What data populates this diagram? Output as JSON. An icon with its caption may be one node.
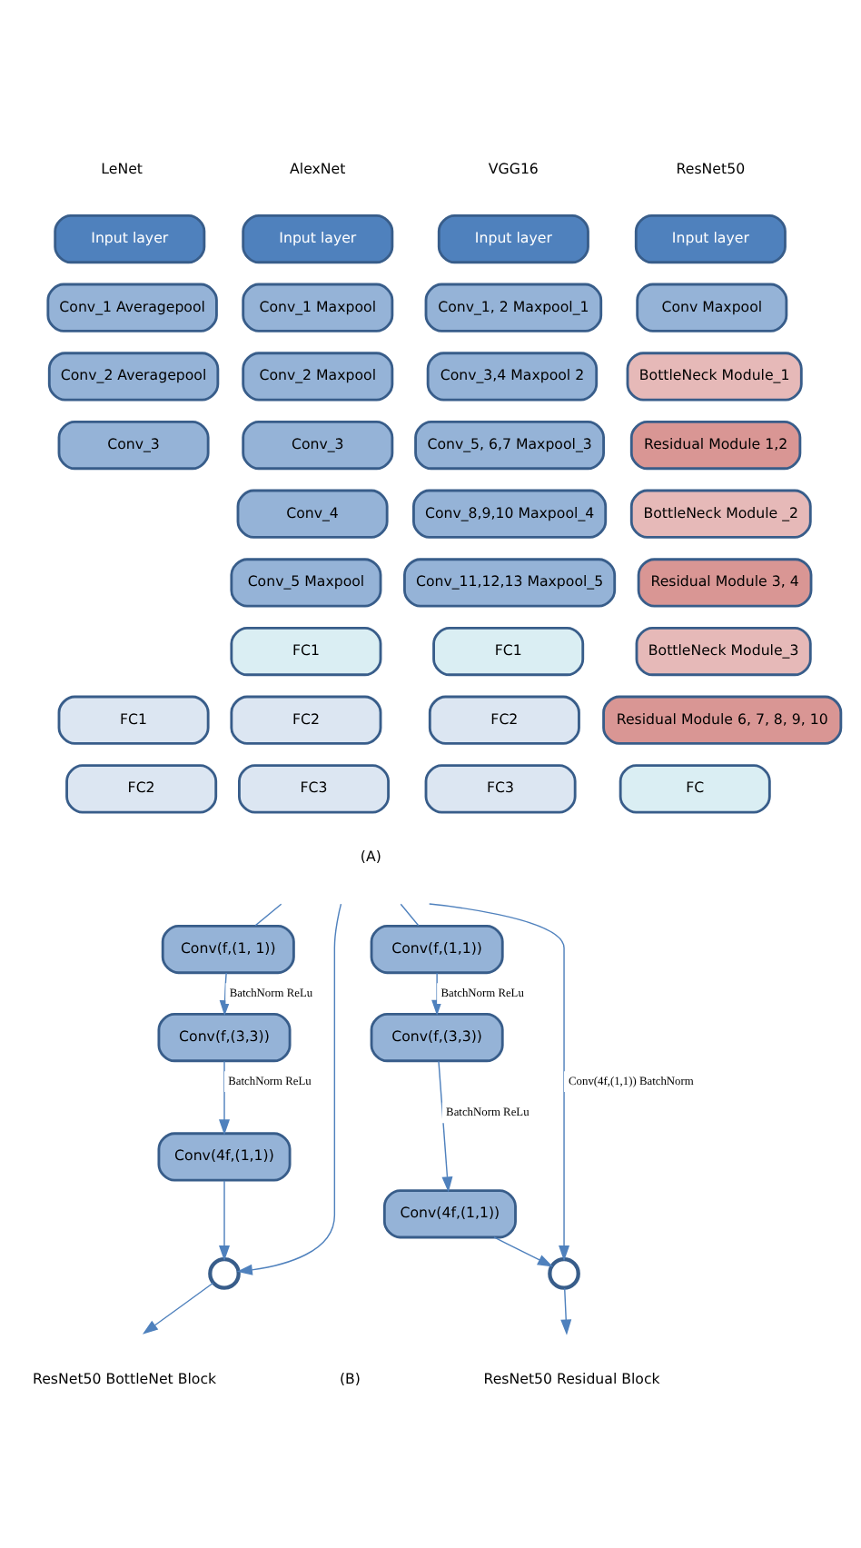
{
  "diagram": {
    "nodes": [
      {
        "text": [
          "Input layer"
        ]
      },
      {
        "text": [
          "Conv_1 Averagepool"
        ]
      },
      {
        "text": [
          "Conv_2 Averagepool"
        ]
      },
      {
        "text": [
          "Conv_3"
        ]
      },
      {
        "text": [
          "FC1"
        ]
      },
      {
        "text": [
          "FC2"
        ]
      },
      {
        "text": [
          "Input layer"
        ]
      },
      {
        "text": [
          "Conv_1 Maxpool"
        ]
      },
      {
        "text": [
          "Conv_2 Maxpool"
        ]
      },
      {
        "text": [
          "Conv_3"
        ]
      },
      {
        "text": [
          "Conv_4"
        ]
      },
      {
        "text": [
          "Conv_5 Maxpool"
        ]
      },
      {
        "text": [
          "FC1"
        ]
      },
      {
        "text": [
          "FC2"
        ]
      },
      {
        "text": [
          "FC3"
        ]
      },
      {
        "text": [
          "Input layer"
        ]
      },
      {
        "text": [
          "Conv_1, 2 Maxpool_1"
        ]
      },
      {
        "text": [
          "Conv_3,4 Maxpool 2"
        ]
      },
      {
        "text": [
          "Conv_5, 6,7 Maxpool_3"
        ]
      },
      {
        "text": [
          "Conv_8,9,10 Maxpool_4"
        ]
      },
      {
        "text": [
          "Conv_11,12,13 Maxpool_5"
        ]
      },
      {
        "text": [
          "FC1"
        ]
      },
      {
        "text": [
          "FC2"
        ]
      },
      {
        "text": [
          "FC3"
        ]
      },
      {
        "text": [
          "Input layer"
        ]
      },
      {
        "text": [
          "Conv Maxpool"
        ]
      },
      {
        "text": [
          "BottleNeck Module_1"
        ]
      },
      {
        "text": [
          "Residual Module 1,2"
        ]
      },
      {
        "text": [
          "BottleNeck Module _2"
        ]
      },
      {
        "text": [
          "Residual Module 3, 4"
        ]
      },
      {
        "text": [
          "BottleNeck Module_3"
        ]
      },
      {
        "text": [
          "Residual Module 6, 7, 8, 9, 10"
        ]
      },
      {
        "text": [
          "FC"
        ]
      },
      {
        "text": [
          "Conv(f,(1, 1))"
        ]
      },
      {
        "text": [
          "Conv(f,(3,3))"
        ]
      },
      {
        "text": [
          "Conv(4f,(1,1))"
        ]
      },
      {
        "text": [],
        "shape": "circle"
      },
      {
        "text": [
          "Conv(f,(1,1))"
        ]
      },
      {
        "text": [
          "Conv(f,(3,3))"
        ]
      },
      {
        "text": [
          "Conv(4f,(1,1))"
        ]
      },
      {
        "text": [],
        "shape": "circle"
      }
    ],
    "edges": [
      {
        "from": null,
        "to": 33,
        "arrow": "none"
      },
      {
        "from": 33,
        "to": 34,
        "arrow": "to",
        "label": "BatchNorm ReLu"
      },
      {
        "from": 34,
        "to": 35,
        "arrow": "to",
        "label": "BatchNorm ReLu"
      },
      {
        "from": 35,
        "to": 36,
        "arrow": "to"
      },
      {
        "from": null,
        "to": 36,
        "arrow": "to"
      },
      {
        "from": 36,
        "to": null,
        "arrow": "to"
      },
      {
        "from": null,
        "to": 37,
        "arrow": "none"
      },
      {
        "from": 37,
        "to": 38,
        "arrow": "to",
        "label": "BatchNorm ReLu"
      },
      {
        "from": 38,
        "to": 39,
        "arrow": "to",
        "label": "BatchNorm ReLu"
      },
      {
        "from": 39,
        "to": 40,
        "arrow": "to"
      },
      {
        "from": null,
        "to": 40,
        "arrow": "to",
        "label": "Conv(4f,(1,1)) BatchNorm"
      },
      {
        "from": 40,
        "to": null,
        "arrow": "to"
      }
    ],
    "labels": [
      "LeNet",
      "AlexNet",
      "VGG16",
      "ResNet50",
      "(A)",
      "ResNet50 BottleNet Block",
      "(B)",
      "ResNet50 Residual Block"
    ]
  }
}
